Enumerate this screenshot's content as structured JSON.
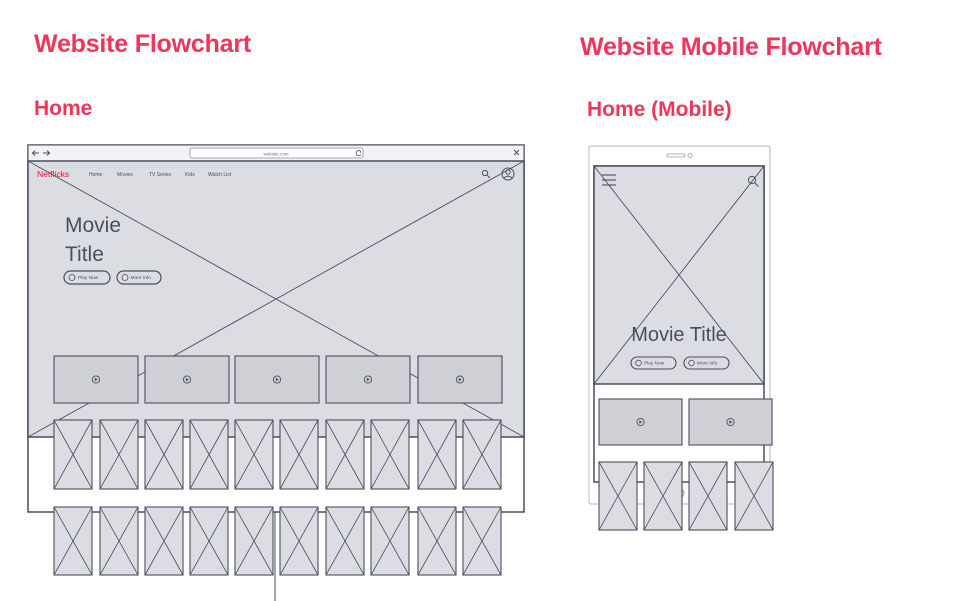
{
  "desktop": {
    "title": "Website Flowchart",
    "page_label": "Home",
    "url": "website.com",
    "logo": "Netflicks",
    "nav": [
      "Home",
      "Movies",
      "TV Series",
      "Kids",
      "Watch List"
    ],
    "hero_title_line1": "Movie",
    "hero_title_line2": "Title",
    "play_label": "Play Now",
    "info_label": "More Info",
    "icons": [
      "back-arrow-icon",
      "forward-arrow-icon",
      "reload-icon",
      "close-icon",
      "search-icon",
      "profile-icon",
      "play-icon"
    ]
  },
  "mobile": {
    "title": "Website Mobile Flowchart",
    "page_label": "Home (Mobile)",
    "hero_title": "Movie Title",
    "play_label": "Play Now",
    "info_label": "More Info",
    "icons": [
      "hamburger-menu-icon",
      "search-icon",
      "play-icon"
    ]
  },
  "colors": {
    "accent": "#f0355b",
    "wire_stroke": "#4a4f5e",
    "wire_fill": "#dcdde2",
    "tile_fill": "#cfd0d6"
  }
}
